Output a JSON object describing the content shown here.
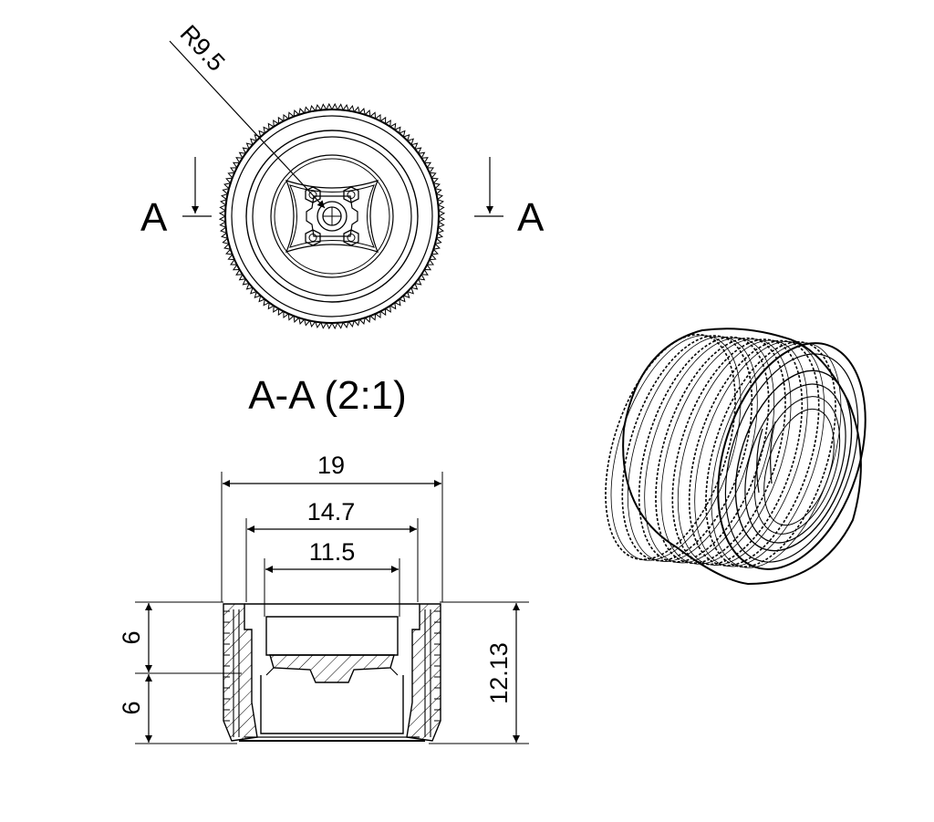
{
  "drawing": {
    "top_view": {
      "radius_label": "R9.5",
      "section_left_letter": "A",
      "section_right_letter": "A"
    },
    "section_view": {
      "title": "A-A (2:1)",
      "dim_overall_width": "19",
      "dim_mid_width": "14.7",
      "dim_inner_width": "11.5",
      "dim_upper_height": "6",
      "dim_lower_height": "6",
      "dim_total_height": "12.13"
    },
    "iso_view": {}
  }
}
